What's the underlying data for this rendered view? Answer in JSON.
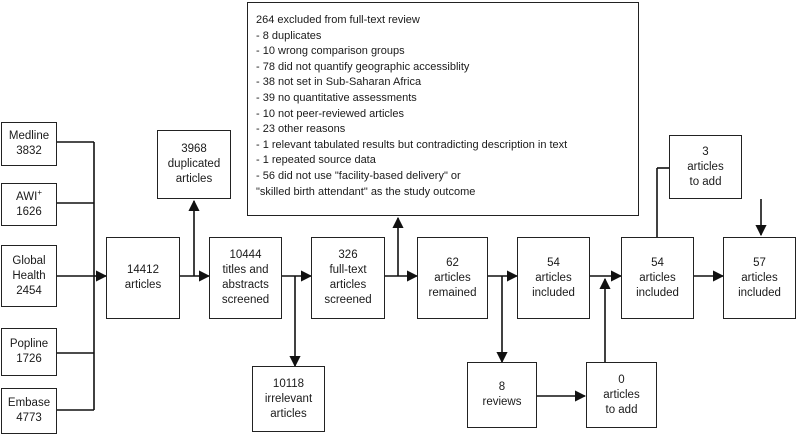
{
  "sources": [
    {
      "name": "Medline",
      "count": "3832"
    },
    {
      "name": "AWI",
      "sup": "+",
      "count": "1626"
    },
    {
      "name": "Global",
      "name2": "Health",
      "count": "2454"
    },
    {
      "name": "Popline",
      "count": "1726"
    },
    {
      "name": "Embase",
      "count": "4773"
    }
  ],
  "total": {
    "l1": "14412",
    "l2": "articles"
  },
  "duplicated": {
    "l1": "3968",
    "l2": "duplicated",
    "l3": "articles"
  },
  "screened": {
    "l1": "10444",
    "l2": "titles and",
    "l3": "abstracts",
    "l4": "screened"
  },
  "irrelevant": {
    "l1": "10118",
    "l2": "irrelevant",
    "l3": "articles"
  },
  "fulltext": {
    "l1": "326",
    "l2": "full-text",
    "l3": "articles",
    "l4": "screened"
  },
  "exclusions": {
    "title": "264 excluded from full-text review",
    "items": [
      "- 8 duplicates",
      "- 10 wrong comparison groups",
      "- 78 did not quantify geographic accessiblity",
      "- 38 not set in Sub-Saharan Africa",
      "- 39 no quantitative assessments",
      "- 10 not peer-reviewed articles",
      "- 23 other reasons",
      "- 1 relevant tabulated results but contradicting description in text",
      "- 1 repeated source data",
      "- 56 did not use \"facility-based delivery\" or",
      "\"skilled birth attendant\" as the study outcome"
    ]
  },
  "remained": {
    "l1": "62",
    "l2": "articles",
    "l3": "remained"
  },
  "included1": {
    "l1": "54",
    "l2": "articles",
    "l3": "included"
  },
  "reviews": {
    "l1": "8",
    "l2": "reviews"
  },
  "toadd0": {
    "l1": "0",
    "l2": "articles",
    "l3": "to add"
  },
  "included2": {
    "l1": "54",
    "l2": "articles",
    "l3": "included"
  },
  "toadd3": {
    "l1": "3",
    "l2": "articles",
    "l3": "to add"
  },
  "final": {
    "l1": "57",
    "l2": "articles",
    "l3": "included"
  }
}
